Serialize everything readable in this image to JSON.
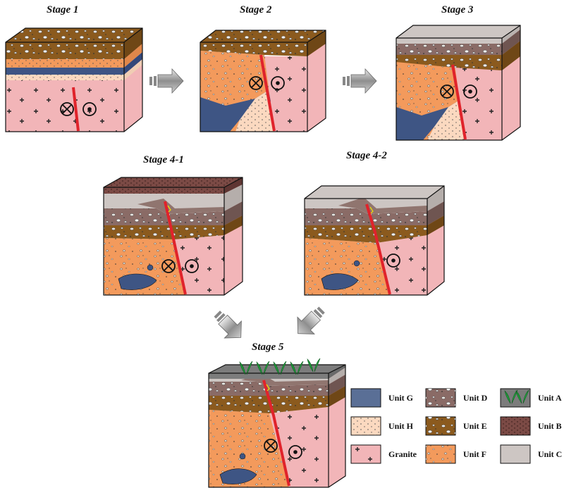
{
  "stages": {
    "s1": "Stage 1",
    "s2": "Stage 2",
    "s3": "Stage 3",
    "s41": "Stage 4-1",
    "s42": "Stage 4-2",
    "s5": "Stage 5"
  },
  "legend": [
    {
      "key": "G",
      "label": "Unit G",
      "color": "#5a6f96"
    },
    {
      "key": "D",
      "label": "Unit D",
      "color": "#8a6b66"
    },
    {
      "key": "A",
      "label": "Unit A",
      "color": "#7c7c7c"
    },
    {
      "key": "H",
      "label": "Unit H",
      "color": "#fbd9c0"
    },
    {
      "key": "E",
      "label": "Unit E",
      "color": "#8b5a1e"
    },
    {
      "key": "B",
      "label": "Unit B",
      "color": "#7b4a45"
    },
    {
      "key": "Granite",
      "label": "Granite",
      "color": "#f2b5b8"
    },
    {
      "key": "F",
      "label": "Unit F",
      "color": "#f39a5c"
    },
    {
      "key": "C",
      "label": "Unit C",
      "color": "#cdc6c3"
    }
  ],
  "colors": {
    "fault": "#e0232b",
    "granite": "#f2b5b8",
    "unitF": "#f39a5c",
    "unitE": "#8b5a1e",
    "unitD": "#8a6b66",
    "unitG": "#3e5584",
    "unitH": "#fbd9c0",
    "unitC": "#cdc6c3",
    "unitB": "#7b4a45",
    "unitA": "#7c7c7c",
    "veg": "#22a03a",
    "arrow": "#9a9a9a"
  },
  "icons": [
    "into-page-symbol",
    "out-of-page-symbol",
    "flow-arrow",
    "vegetation-icon"
  ]
}
